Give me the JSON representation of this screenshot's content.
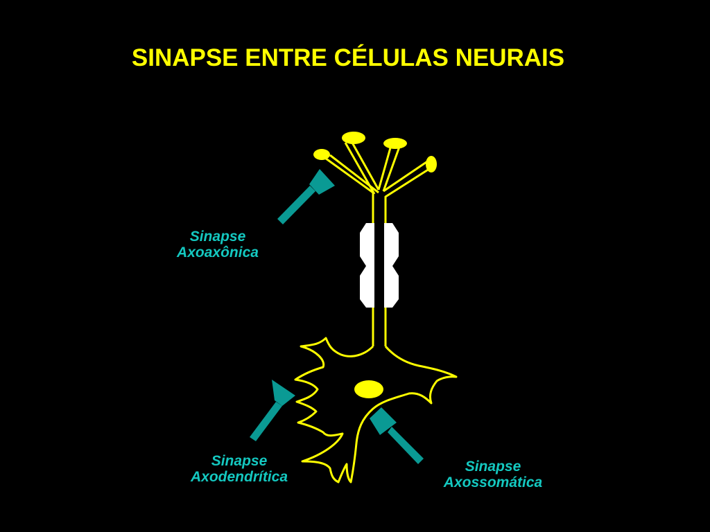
{
  "title": "SINAPSE ENTRE CÉLULAS NEURAIS",
  "labels": {
    "axoaxonica": {
      "line1": "Sinapse",
      "line2": "Axoaxônica"
    },
    "axodendritica": {
      "line1": "Sinapse",
      "line2": "Axodendrítica"
    },
    "axossomatica": {
      "line1": "Sinapse",
      "line2": "Axossomática"
    }
  },
  "colors": {
    "background": "#000000",
    "neuron": "#ffff00",
    "terminal": "#0a9a94",
    "label": "#14c8c0",
    "myelin": "#ffffff"
  }
}
